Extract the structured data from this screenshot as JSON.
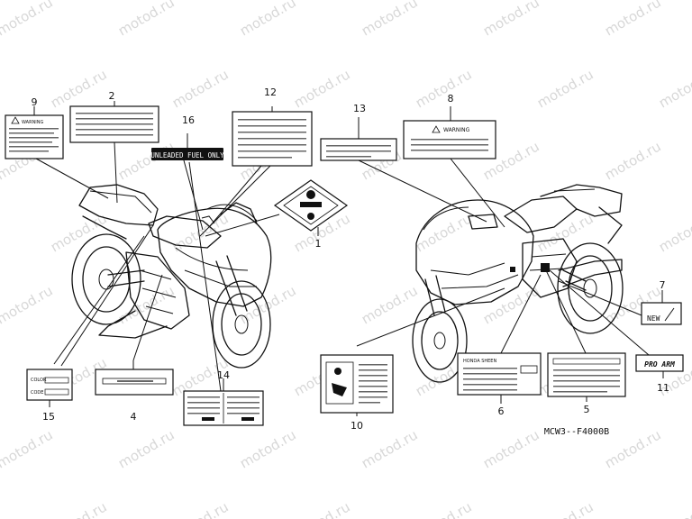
{
  "watermark": {
    "text": "motod.ru"
  },
  "figure_code": "MCW3--F4000B",
  "labels": {
    "unleaded": "UNLEADED FUEL ONLY",
    "warning_9": "WARNING",
    "warning_8": "WARNING",
    "new": "NEW",
    "pro_arm": "PRO ARM",
    "label_6": "HONDA SHEEN",
    "label_15_a": "COLOR",
    "label_15_b": "CODE"
  },
  "callouts": [
    {
      "id": "c1",
      "number": "1"
    },
    {
      "id": "c2",
      "number": "2"
    },
    {
      "id": "c4",
      "number": "4"
    },
    {
      "id": "c5",
      "number": "5"
    },
    {
      "id": "c6",
      "number": "6"
    },
    {
      "id": "c7",
      "number": "7"
    },
    {
      "id": "c8",
      "number": "8"
    },
    {
      "id": "c9",
      "number": "9"
    },
    {
      "id": "c10",
      "number": "10"
    },
    {
      "id": "c11",
      "number": "11"
    },
    {
      "id": "c12",
      "number": "12"
    },
    {
      "id": "c13",
      "number": "13"
    },
    {
      "id": "c14",
      "number": "14"
    },
    {
      "id": "c15",
      "number": "15"
    },
    {
      "id": "c16",
      "number": "16"
    }
  ]
}
